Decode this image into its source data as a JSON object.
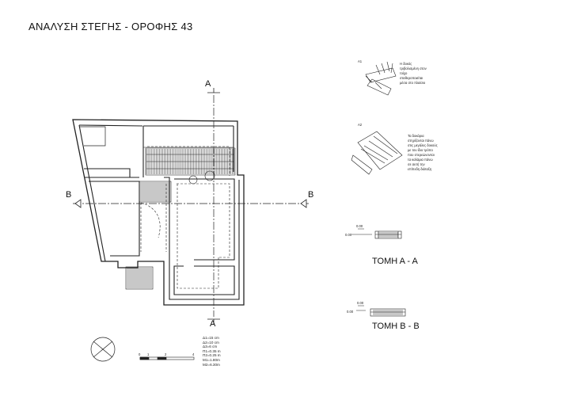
{
  "title": "ΑΝΑΛΥΣΗ ΣΤΕΓΗΣ - ΟΡΟΦΗΣ 43",
  "section_marks": {
    "a_top": "A",
    "a_bottom": "A",
    "b_left": "B",
    "b_right": "B"
  },
  "details": {
    "a1": {
      "label": "A1",
      "note": [
        "Η δοκός",
        "τριβολισμένη στον",
        "τοίχο",
        "σταθεροποιείται",
        "μέσα στο πλαίσιο"
      ]
    },
    "a2": {
      "label": "A2",
      "note": [
        "Τα δοκάρια",
        "στηρίζονται πάνω",
        "στις μεγάλες δοκούς",
        "με τον ίδιο τρόπο",
        "που στερεώνονται",
        "τα καλάμια πάνω",
        "σε αυτή την",
        "επίπεδη διάταξη"
      ]
    }
  },
  "sections": {
    "aa": {
      "title": "ΤΟΜΗ Α - Α",
      "level_top": "0.00",
      "level_bottom": "0.00"
    },
    "bb": {
      "title": "ΤΟΜΗ Β - Β",
      "level_top": "0.00",
      "level_bottom": "0.00"
    }
  },
  "legend": [
    "Δ1=15 cm",
    "Δ2=10 cm",
    "Δ3=6 cm",
    "Π1=0.35 m",
    "Π2=0.25 m",
    "M1=1.80m",
    "M2=6.30m"
  ],
  "scale_bar": {
    "ticks": [
      "0",
      "1",
      "2",
      "4"
    ]
  }
}
